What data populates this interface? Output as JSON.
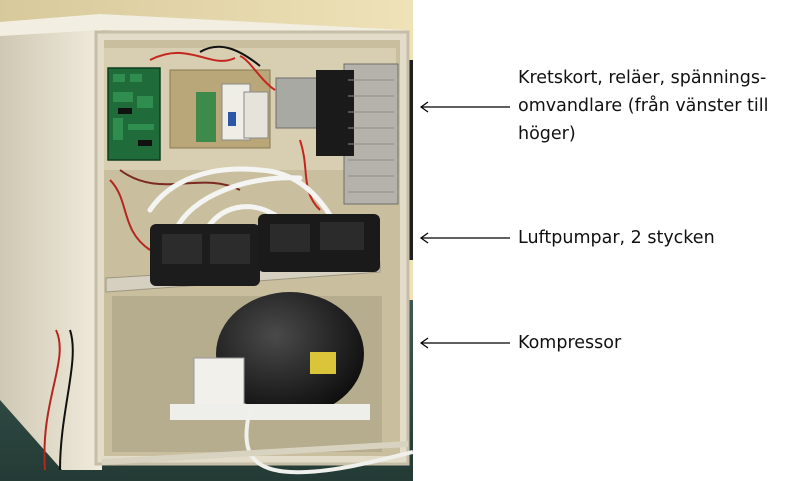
{
  "annotations": [
    {
      "lines": [
        "Kretskort, reläer, spännings-",
        "omvandlare (från vänster till",
        "höger)"
      ]
    },
    {
      "lines": [
        "Luftpumpar, 2 stycken"
      ]
    },
    {
      "lines": [
        "Kompressor"
      ]
    }
  ],
  "colors": {
    "cabinet": "#e7e1cf",
    "panel": "#ddd3b8",
    "pump": "#1c1c1c",
    "floor": "#2f4a43",
    "arrow": "#000000"
  }
}
